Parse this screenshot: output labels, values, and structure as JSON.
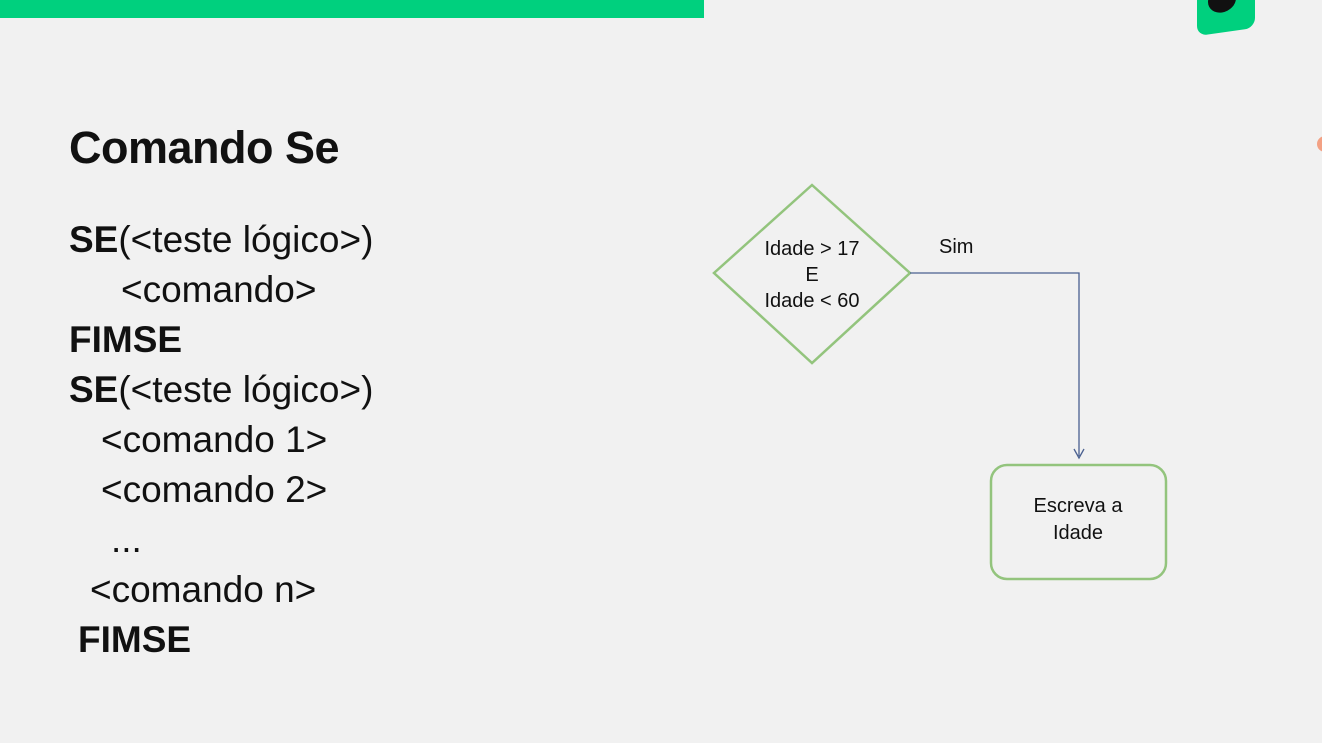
{
  "slide": {
    "title": "Comando Se",
    "brand_color": "#00d07e",
    "syntax_lines": [
      {
        "keyword": "SE",
        "text": "(<teste lógico>)"
      },
      {
        "keyword": "",
        "text": "<comando>"
      },
      {
        "keyword": "FIMSE",
        "text": ""
      },
      {
        "keyword": "SE",
        "text": "(<teste lógico>)"
      },
      {
        "keyword": "",
        "text": "<comando 1>"
      },
      {
        "keyword": "",
        "text": "<comando 2>"
      },
      {
        "keyword": "",
        "text": "..."
      },
      {
        "keyword": "",
        "text": "<comando n>"
      },
      {
        "keyword": "FIMSE",
        "text": ""
      }
    ]
  },
  "flowchart": {
    "decision": {
      "line1": "Idade > 17",
      "line2": "E",
      "line3": "Idade < 60"
    },
    "yes_label": "Sim",
    "action": {
      "line1": "Escreva a",
      "line2": "Idade"
    },
    "shape_border_color": "#93c47d",
    "connector_color": "#4a6090"
  }
}
